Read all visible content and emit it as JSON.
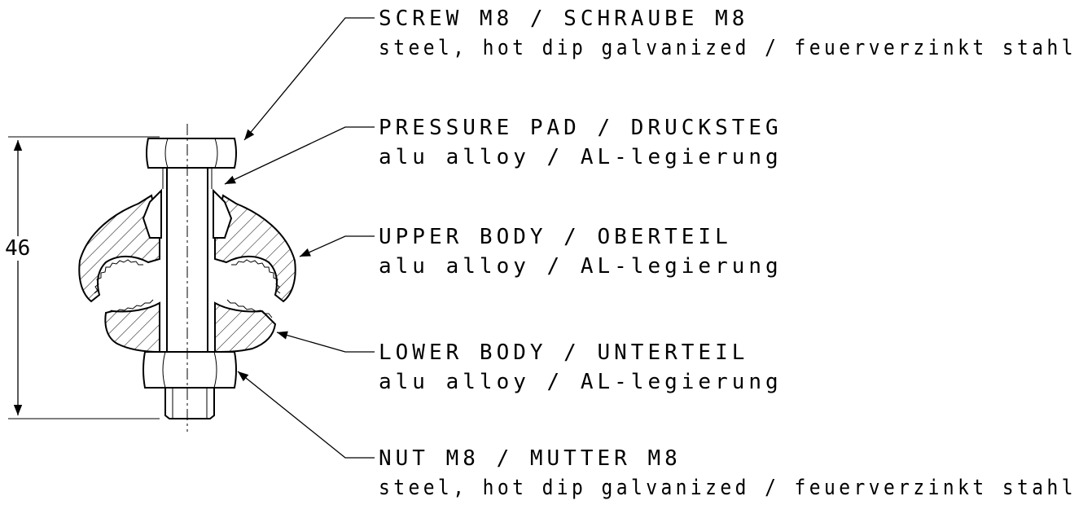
{
  "callouts": [
    {
      "id": "screw",
      "title": "SCREW M8 / SCHRAUBE M8",
      "material": "steel, hot dip galvanized / feuerverzinkt stahl"
    },
    {
      "id": "pressure-pad",
      "title": "PRESSURE PAD / DRUCKSTEG",
      "material": "alu alloy / AL-legierung"
    },
    {
      "id": "upper-body",
      "title": "UPPER BODY / OBERTEIL",
      "material": "alu alloy / AL-legierung"
    },
    {
      "id": "lower-body",
      "title": "LOWER BODY / UNTERTEIL",
      "material": "alu alloy / AL-legierung"
    },
    {
      "id": "nut",
      "title": "NUT M8 / MUTTER M8",
      "material": "steel, hot dip galvanized / feuerverzinkt stahl"
    }
  ],
  "dimension": {
    "value": "46"
  }
}
